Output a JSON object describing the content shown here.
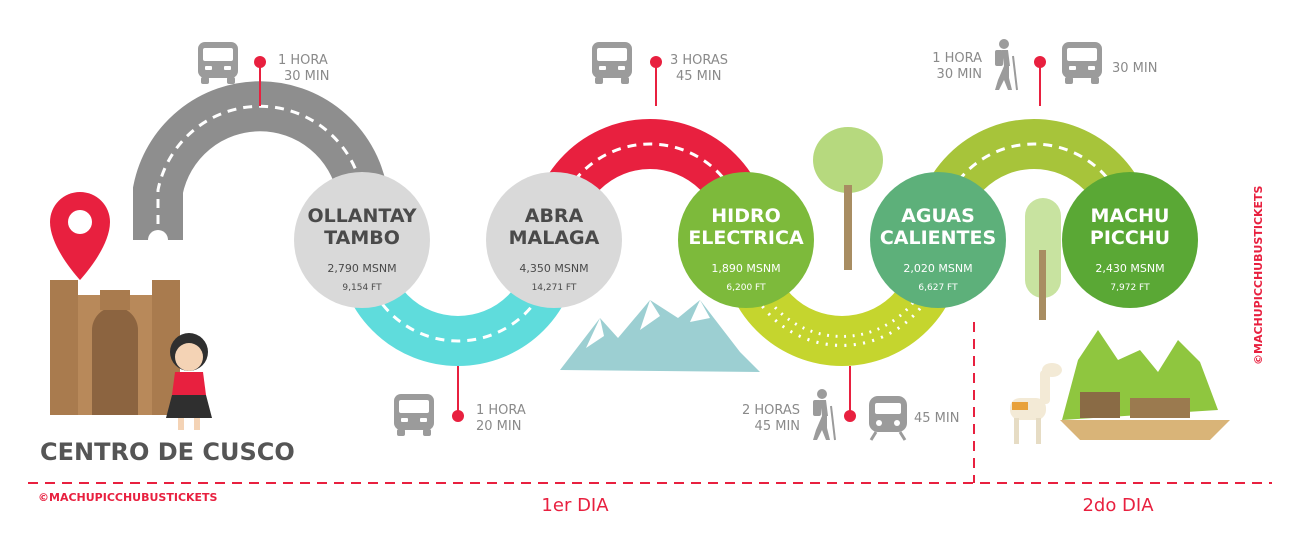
{
  "colors": {
    "gray_road": "#8e8e8e",
    "cyan_road": "#5fdcdc",
    "red_road": "#e8203f",
    "lime_road": "#c5d52e",
    "green_road": "#a7c43a",
    "stop_gray": "#d9d9d9",
    "stop_green": "#7dba3b",
    "stop_teal": "#5db07a",
    "stop_dark": "#5aa835",
    "text_gray": "#8a8a8a",
    "text_dark": "#555555",
    "accent_red": "#e8203f",
    "mountain": "#9ccfd2"
  },
  "origin": {
    "label": "CENTRO DE CUSCO"
  },
  "stops": [
    {
      "name1": "OLLANTAY",
      "name2": "TAMBO",
      "alt_m": "2,790 MSNM",
      "alt_ft": "9,154 FT"
    },
    {
      "name1": "ABRA",
      "name2": "MALAGA",
      "alt_m": "4,350 MSNM",
      "alt_ft": "14,271 FT"
    },
    {
      "name1": "HIDRO",
      "name2": "ELECTRICA",
      "alt_m": "1,890 MSNM",
      "alt_ft": "6,200 FT"
    },
    {
      "name1": "AGUAS",
      "name2": "CALIENTES",
      "alt_m": "2,020 MSNM",
      "alt_ft": "6,627 FT"
    },
    {
      "name1": "MACHU",
      "name2": "PICCHU",
      "alt_m": "2,430 MSNM",
      "alt_ft": "7,972 FT"
    }
  ],
  "legs": [
    {
      "line1": "1 HORA",
      "line2": "30 MIN",
      "mode": "van-icon"
    },
    {
      "line1": "1 HORA",
      "line2": "20 MIN",
      "mode": "van-icon"
    },
    {
      "line1": "3 HORAS",
      "line2": "45 MIN",
      "mode": "van-icon"
    },
    {
      "line1": "2 HORAS",
      "line2": "45 MIN",
      "mode": "hiker-icon"
    },
    {
      "line1": "45 MIN",
      "mode": "train-icon"
    },
    {
      "line1": "1 HORA",
      "line2": "30 MIN",
      "mode": "hiker-icon"
    },
    {
      "line1": "30 MIN",
      "mode": "van-icon"
    }
  ],
  "days": {
    "day1": "1er DIA",
    "day2": "2do DIA"
  },
  "credit_bottom": "©MACHUPICCHUBUSTICKETS",
  "credit_side": "©MACHUPICCHUBUSTICKETS"
}
